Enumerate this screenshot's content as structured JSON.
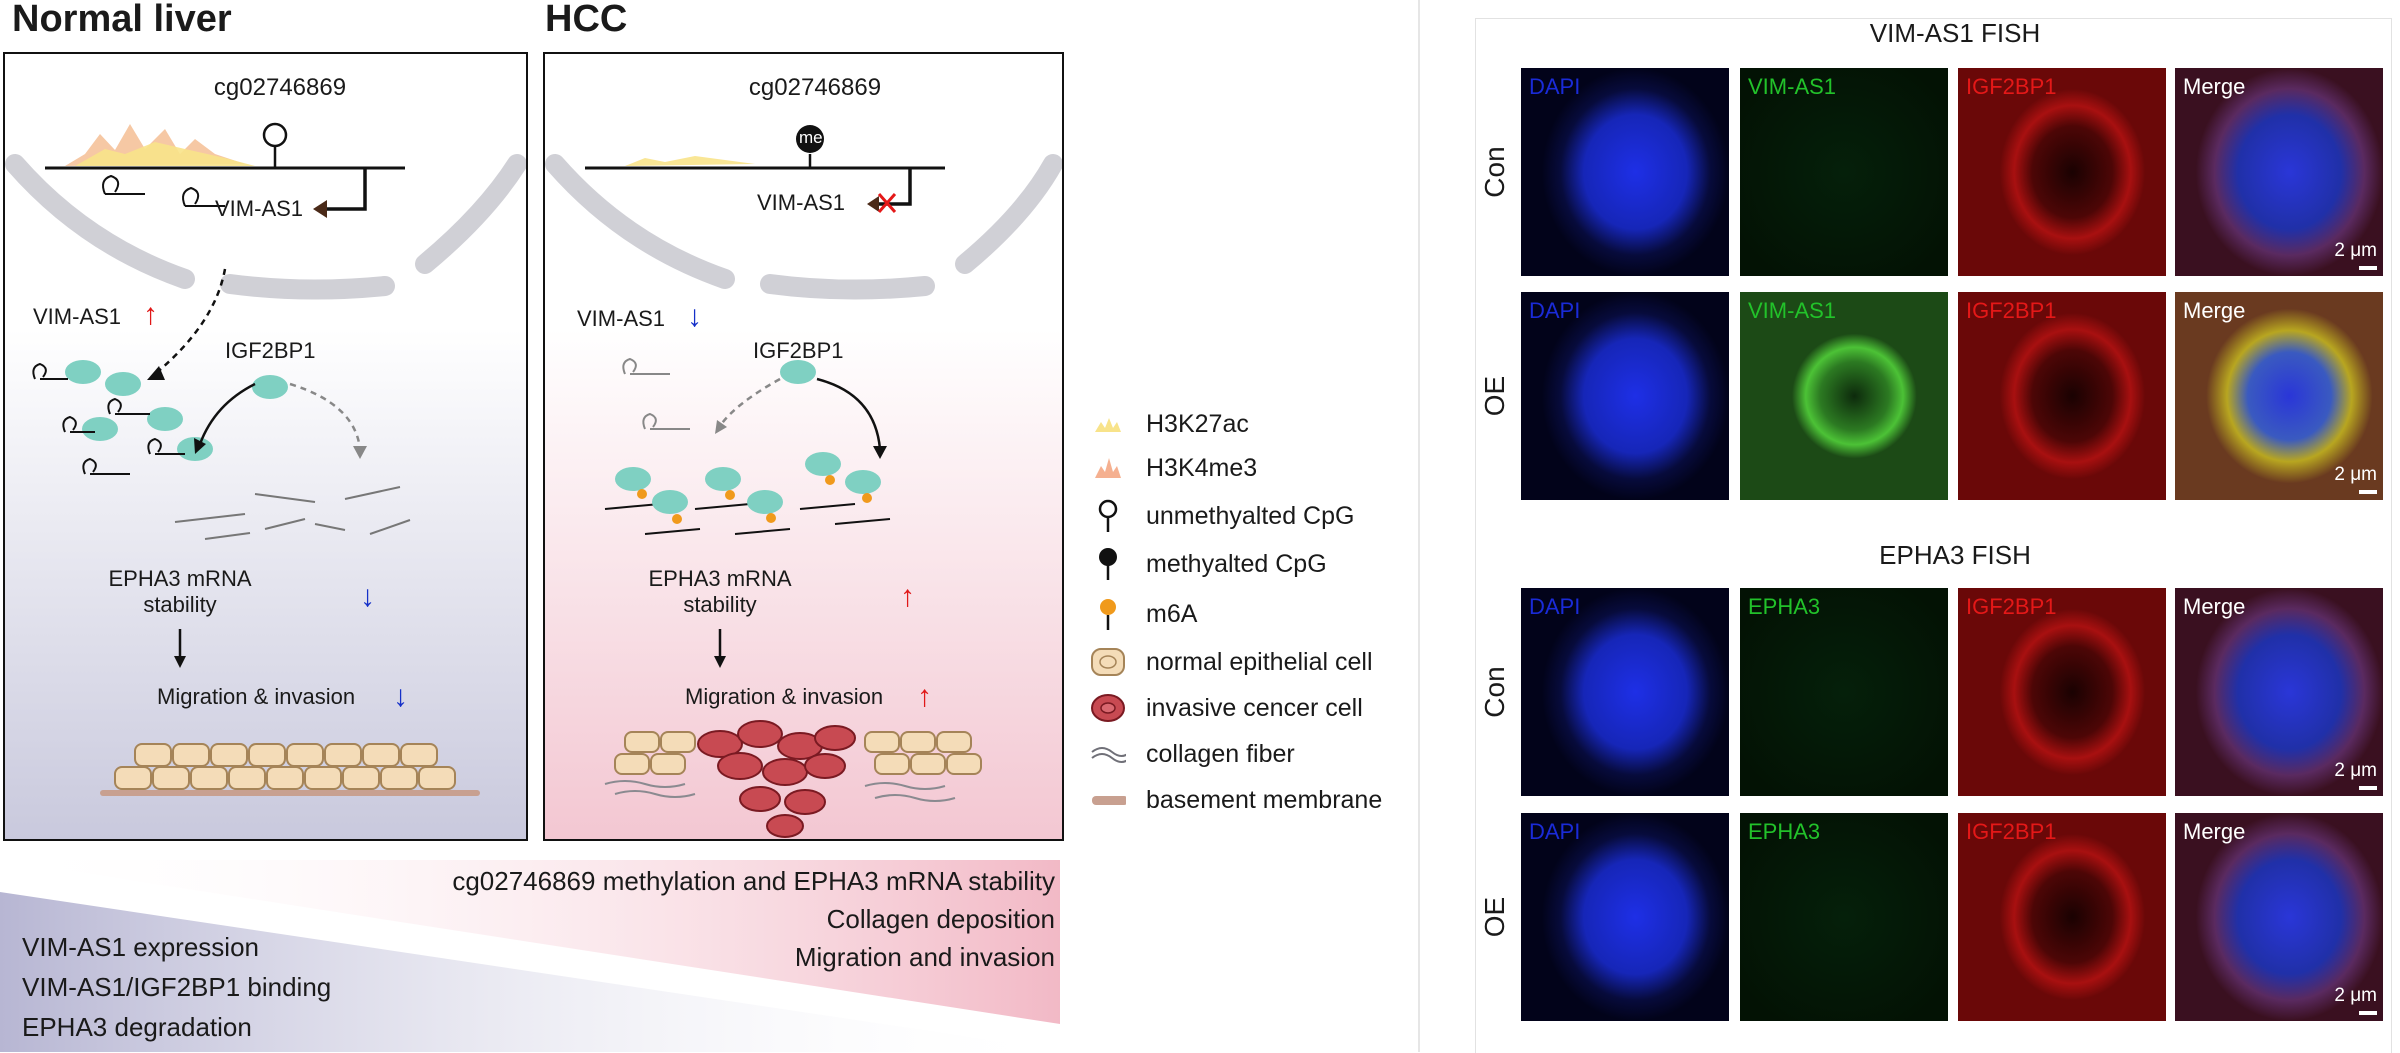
{
  "normal": {
    "title": "Normal liver",
    "cpg": "cg02746869",
    "gene": "VIM-AS1",
    "vim_level_label": "VIM-AS1",
    "igf_label": "IGF2BP1",
    "epha3_line1": "EPHA3 mRNA",
    "epha3_line2": "stability",
    "migration": "Migration & invasion"
  },
  "hcc": {
    "title": "HCC",
    "cpg": "cg02746869",
    "me": "me",
    "gene": "VIM-AS1",
    "vim_level_label": "VIM-AS1",
    "igf_label": "IGF2BP1",
    "epha3_line1": "EPHA3 mRNA",
    "epha3_line2": "stability",
    "migration": "Migration & invasion"
  },
  "legend": [
    {
      "icon": "h3k27ac-peak-icon",
      "label": "H3K27ac"
    },
    {
      "icon": "h3k4me3-peak-icon",
      "label": "H3K4me3"
    },
    {
      "icon": "unmethylated-cpg-icon",
      "label": "unmethyalted CpG"
    },
    {
      "icon": "methylated-cpg-icon",
      "label": "methyalted CpG"
    },
    {
      "icon": "m6a-icon",
      "label": "m6A"
    },
    {
      "icon": "normal-epithelial-cell-icon",
      "label": "normal epithelial cell"
    },
    {
      "icon": "invasive-cancer-cell-icon",
      "label": "invasive cencer cell"
    },
    {
      "icon": "collagen-fiber-icon",
      "label": "collagen fiber"
    },
    {
      "icon": "basement-membrane-icon",
      "label": "basement membrane"
    }
  ],
  "bottom": {
    "right": [
      "cg02746869 methylation and EPHA3 mRNA stability",
      "Collagen deposition",
      "Migration and invasion"
    ],
    "left": [
      "VIM-AS1 expression",
      "VIM-AS1/IGF2BP1 binding",
      "EPHA3 degradation"
    ]
  },
  "fish": {
    "top_title": "VIM-AS1 FISH",
    "bottom_title": "EPHA3 FISH",
    "scale_label": "2 μm",
    "rows": [
      {
        "label": "Con",
        "channels": [
          "DAPI",
          "VIM-AS1",
          "IGF2BP1",
          "Merge"
        ]
      },
      {
        "label": "OE",
        "channels": [
          "DAPI",
          "VIM-AS1",
          "IGF2BP1",
          "Merge"
        ]
      },
      {
        "label": "Con",
        "channels": [
          "DAPI",
          "EPHA3",
          "IGF2BP1",
          "Merge"
        ]
      },
      {
        "label": "OE",
        "channels": [
          "DAPI",
          "EPHA3",
          "IGF2BP1",
          "Merge"
        ]
      }
    ]
  },
  "colors": {
    "dapi": "#1a2bd8",
    "green": "#22c22a",
    "red": "#e41818",
    "up_arrow": "#e01818",
    "down_arrow": "#1530c8",
    "protein": "#7fd0c2",
    "m6a": "#f09a1c"
  }
}
